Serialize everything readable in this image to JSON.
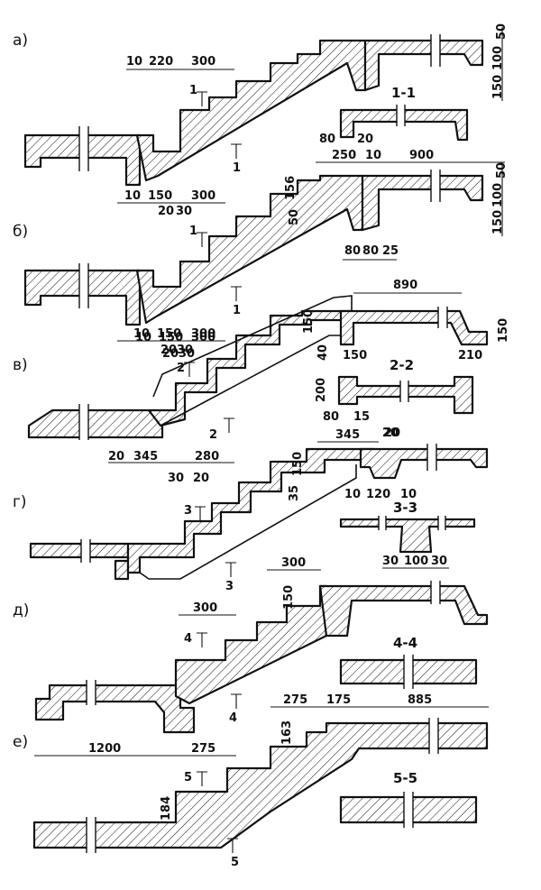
{
  "variants": [
    {
      "label": "а)",
      "dims": [
        "10",
        "220",
        "300",
        "50",
        "100",
        "150",
        "80",
        "20",
        "250",
        "10",
        "900",
        "10",
        "150",
        "20",
        "30",
        "300"
      ],
      "cuts": [
        "1",
        "1"
      ],
      "section_title": "1-1"
    },
    {
      "label": "б)",
      "dims": [
        "156",
        "50",
        "50",
        "100",
        "150",
        "80",
        "80",
        "25",
        "10",
        "150",
        "20",
        "30",
        "300"
      ],
      "cuts": [
        "1",
        "1"
      ]
    },
    {
      "label": "в)",
      "dims": [
        "890",
        "150",
        "150",
        "40",
        "150",
        "210",
        "200",
        "80",
        "15",
        "345",
        "20"
      ],
      "cuts": [
        "2",
        "2"
      ],
      "section_title": "2-2"
    },
    {
      "label": "г)",
      "dims": [
        "20",
        "345",
        "280",
        "30",
        "20",
        "150",
        "35",
        "10",
        "120",
        "10",
        "30",
        "100",
        "30"
      ],
      "cuts": [
        "3",
        "3"
      ],
      "section_title": "3-3"
    },
    {
      "label": "д)",
      "dims": [
        "300",
        "300",
        "150"
      ],
      "cuts": [
        "4",
        "4"
      ],
      "section_title": "4-4"
    },
    {
      "label": "е)",
      "dims": [
        "275",
        "175",
        "885",
        "1200",
        "275",
        "163",
        "184"
      ],
      "cuts": [
        "5",
        "5"
      ],
      "section_title": "5-5"
    }
  ]
}
